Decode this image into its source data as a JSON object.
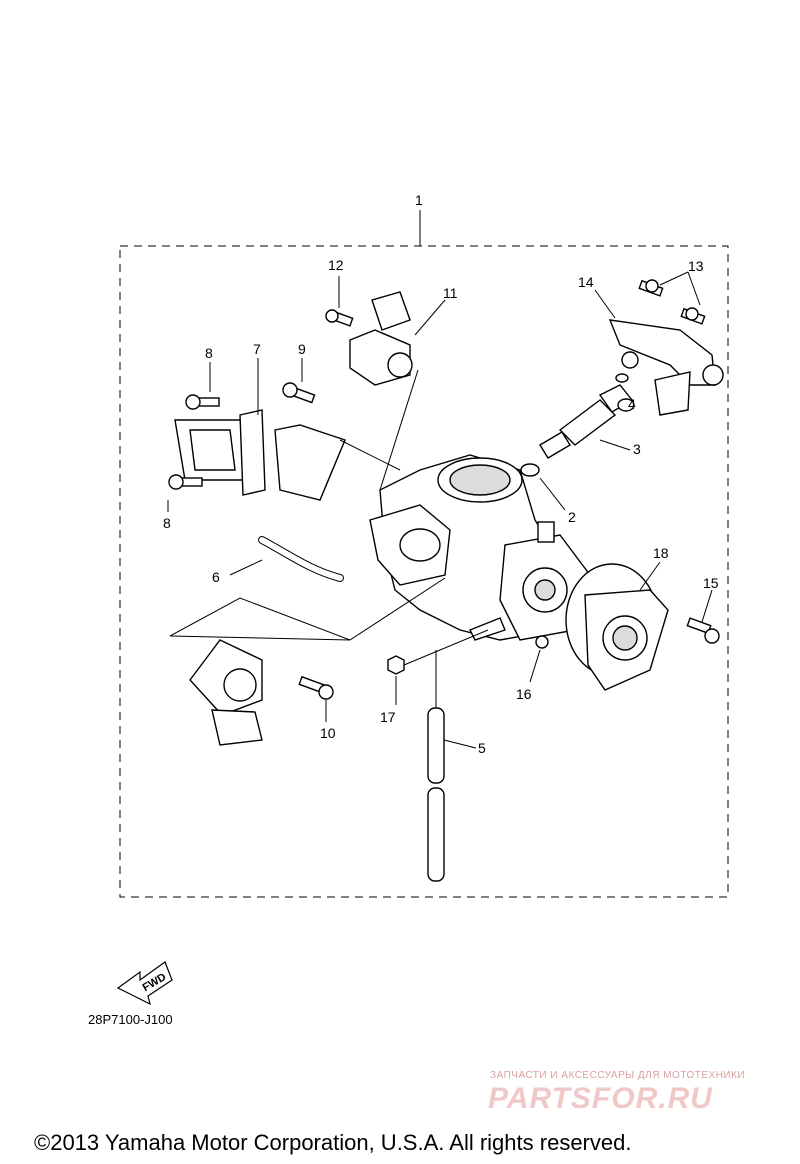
{
  "diagram": {
    "callouts": [
      "1",
      "2",
      "3",
      "4",
      "5",
      "6",
      "7",
      "8",
      "8",
      "9",
      "10",
      "11",
      "12",
      "13",
      "14",
      "15",
      "16",
      "17",
      "18"
    ],
    "fwd_label": "FWD",
    "drawing_code": "28P7100-J100"
  },
  "watermark": {
    "tagline": "ЗАПЧАСТИ И АКСЕССУАРЫ ДЛЯ МОТОТЕХНИКИ",
    "logo": "PARTSFOR.RU"
  },
  "footer": {
    "copyright": "©2013 Yamaha Motor Corporation, U.S.A. All rights reserved."
  }
}
